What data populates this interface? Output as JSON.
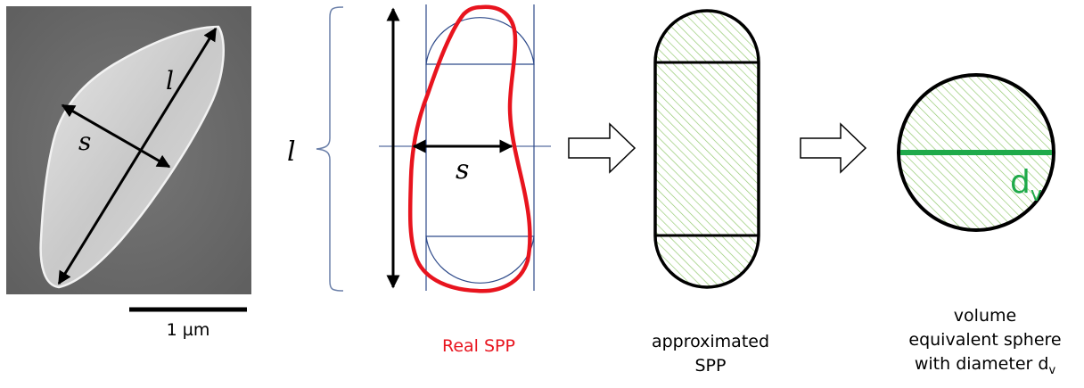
{
  "sem_panel": {
    "label_l": "l",
    "label_s": "s",
    "scale_bar": "1 µm",
    "colors": {
      "sem_bg": "#6e6e6e",
      "particle": "#cfcfcf"
    }
  },
  "real_panel": {
    "label_l": "l",
    "label_s": "s",
    "caption": "Real SPP",
    "colors": {
      "outline": "#e8141e",
      "construction": "#2e4a8a",
      "bracket": "#6a7fa8"
    }
  },
  "approx_panel": {
    "caption_line1": "approximated",
    "caption_line2": "SPP",
    "colors": {
      "hatch": "#8fc76a"
    }
  },
  "sphere_panel": {
    "label_d": "d",
    "label_sub": "v",
    "caption_line1": "volume",
    "caption_line2": "equivalent sphere",
    "caption_line3": "with diameter d",
    "caption_sub": "v",
    "colors": {
      "diameter": "#1faa4a",
      "hatch": "#8fc76a"
    }
  },
  "arrows": {
    "count": 2,
    "icon": "hollow-right-arrow-icon"
  }
}
